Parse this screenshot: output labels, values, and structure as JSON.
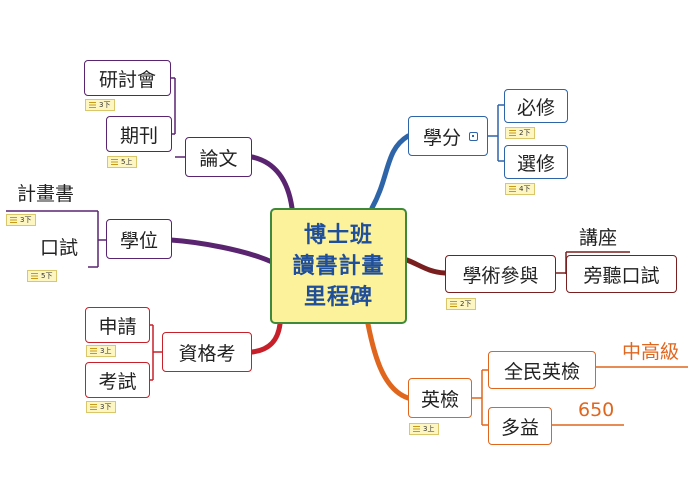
{
  "center": {
    "line1": "博士班",
    "line2": "讀書計畫",
    "line3": "里程碑"
  },
  "branches": {
    "xuefen": {
      "label": "學分",
      "children": {
        "bixiu": "必修",
        "xuanxiu": "選修"
      },
      "tags": {
        "bixiu": "2下",
        "xuanxiu": "4下"
      },
      "color": "#2e64a8"
    },
    "xueshu": {
      "label": "學術參與",
      "tag": "2下",
      "children": {
        "jiangzuo": "講座",
        "pangting": "旁聽口試"
      },
      "color": "#7a1f1f"
    },
    "yingjian": {
      "label": "英檢",
      "tag": "3上",
      "children": {
        "quanmin": "全民英檢",
        "duoyi": "多益"
      },
      "values": {
        "quanmin": "中高級",
        "duoyi": "650"
      },
      "color": "#e0661e"
    },
    "zige": {
      "label": "資格考",
      "children": {
        "shenqing": "申請",
        "kaoshi": "考試"
      },
      "tags": {
        "shenqing": "3上",
        "kaoshi": "3下"
      },
      "color": "#c8202a"
    },
    "xuewei": {
      "label": "學位",
      "children": {
        "jihuashu": "計畫書",
        "koushi": "口試"
      },
      "tags": {
        "jihuashu": "3下",
        "koushi": "5下"
      },
      "color": "#5a2470"
    },
    "lunwen": {
      "label": "論文",
      "children": {
        "yantaohui": "研討會",
        "qikan": "期刊"
      },
      "tags": {
        "yantaohui": "3下",
        "qikan": "5上"
      },
      "color": "#5a2470"
    }
  }
}
